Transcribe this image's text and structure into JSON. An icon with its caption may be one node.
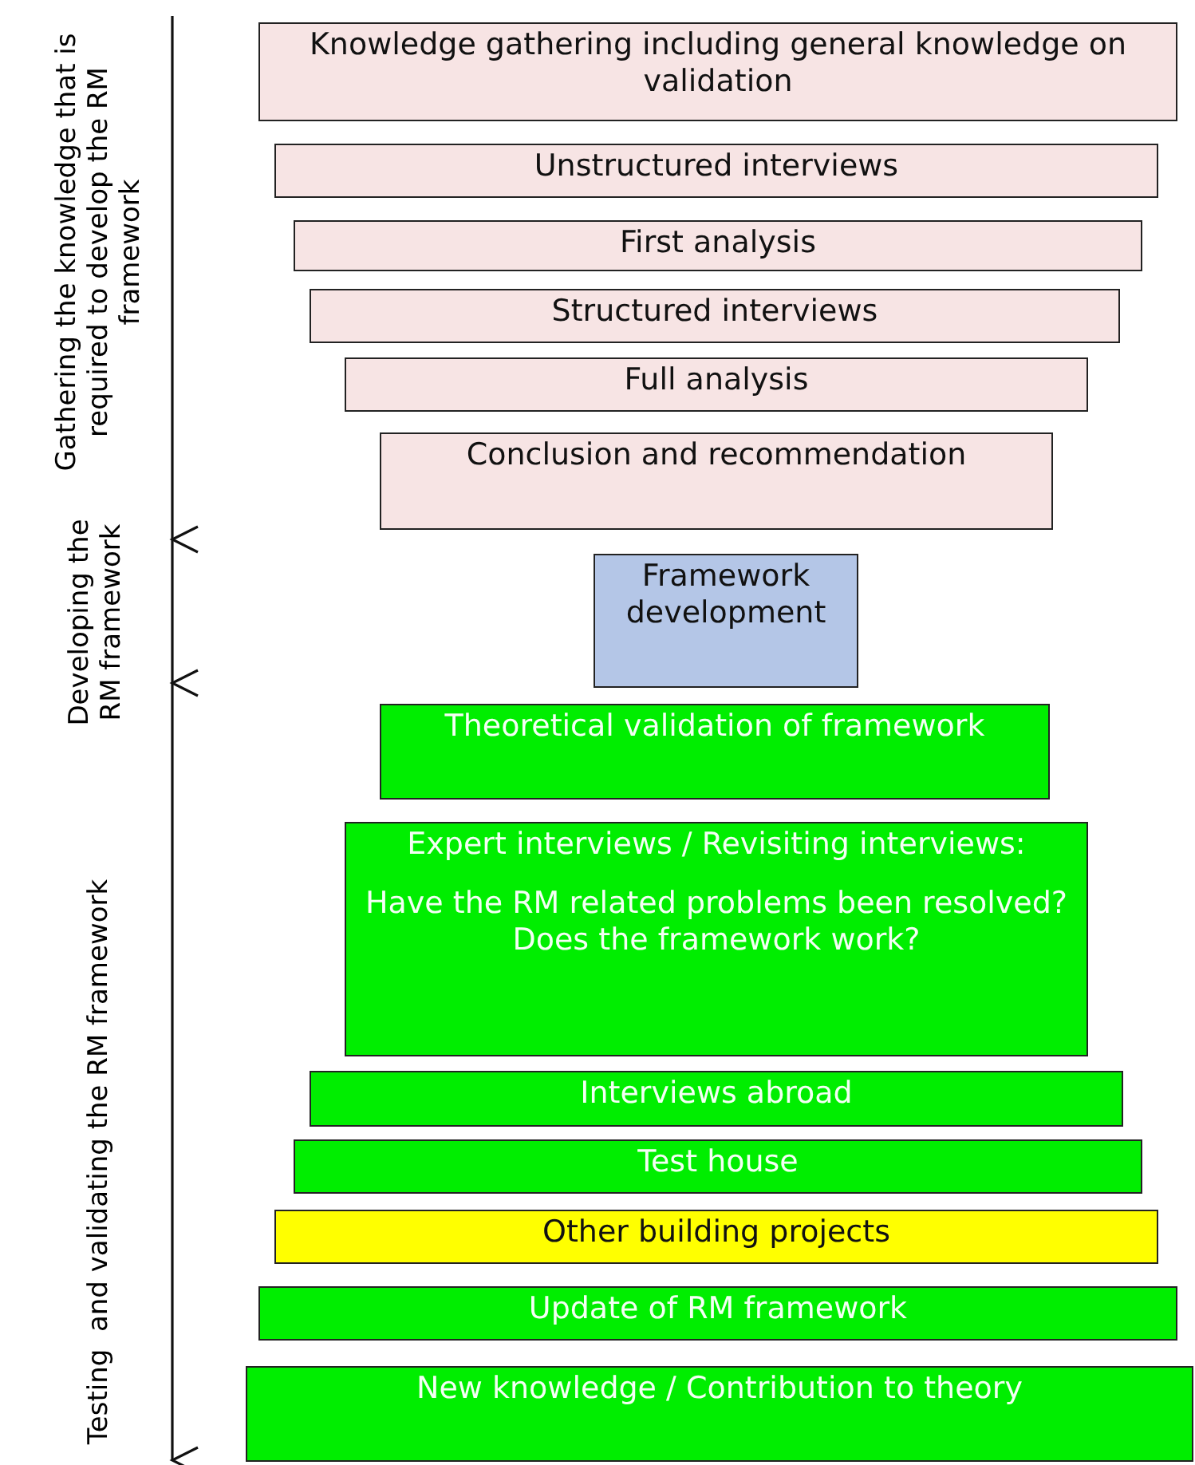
{
  "diagram": {
    "nodes": [
      {
        "text": [
          "Knowledge gathering including general knowledge on validation"
        ]
      },
      {
        "text": [
          "Unstructured interviews"
        ]
      },
      {
        "text": [
          "First analysis"
        ]
      },
      {
        "text": [
          "Structured interviews"
        ]
      },
      {
        "text": [
          "Full analysis"
        ]
      },
      {
        "text": [
          "Conclusion and recommendation"
        ]
      },
      {
        "text": [
          "Framework development"
        ]
      },
      {
        "text": [
          "Theoretical validation of framework"
        ]
      },
      {
        "text": [
          "Expert interviews / Revisiting interviews:",
          "Have the RM related problems been resolved? Does the framework work?"
        ]
      },
      {
        "text": [
          "Interviews abroad"
        ]
      },
      {
        "text": [
          "Test house"
        ]
      },
      {
        "text": [
          "Other building projects"
        ]
      },
      {
        "text": [
          "Update of RM framework"
        ]
      },
      {
        "text": [
          "New knowledge / Contribution to theory"
        ]
      }
    ],
    "labels": [
      "Gathering the knowledge that is required to develop the RM framework",
      "Developing the RM framework",
      "Testing  and validating the RM framework"
    ]
  }
}
